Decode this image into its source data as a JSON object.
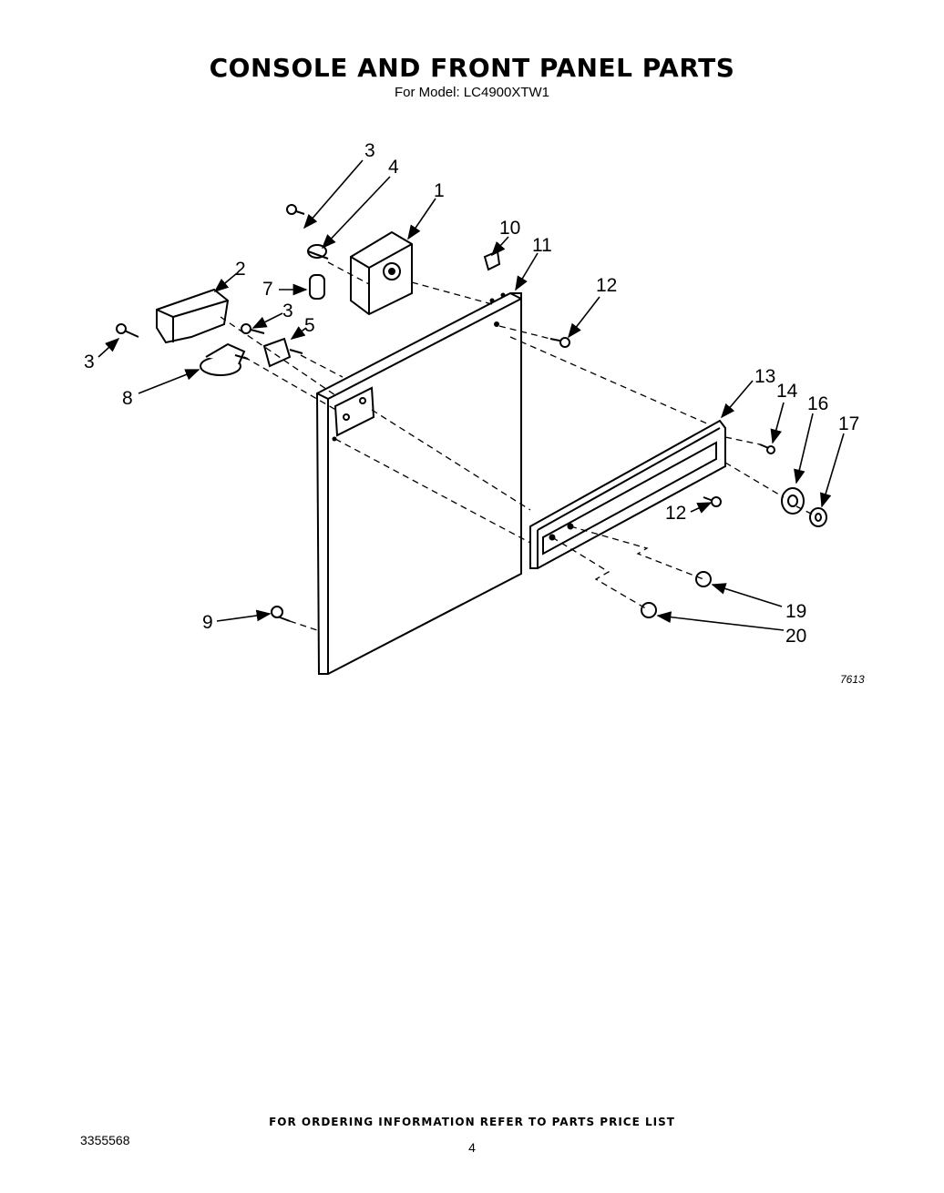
{
  "header": {
    "title": "CONSOLE AND FRONT PANEL PARTS",
    "subtitle": "For Model: LC4900XTW1"
  },
  "diagram": {
    "callouts": {
      "p1": "1",
      "p2": "2",
      "p3a": "3",
      "p3b": "3",
      "p3c": "3",
      "p4": "4",
      "p5": "5",
      "p7": "7",
      "p8": "8",
      "p9": "9",
      "p10": "10",
      "p11": "11",
      "p12a": "12",
      "p12b": "12",
      "p13": "13",
      "p14": "14",
      "p16": "16",
      "p17": "17",
      "p19": "19",
      "p20": "20"
    },
    "figure_code": "7613"
  },
  "footer": {
    "ordering_note": "FOR ORDERING INFORMATION REFER TO PARTS PRICE LIST",
    "document_number": "3355568",
    "page_number": "4"
  }
}
